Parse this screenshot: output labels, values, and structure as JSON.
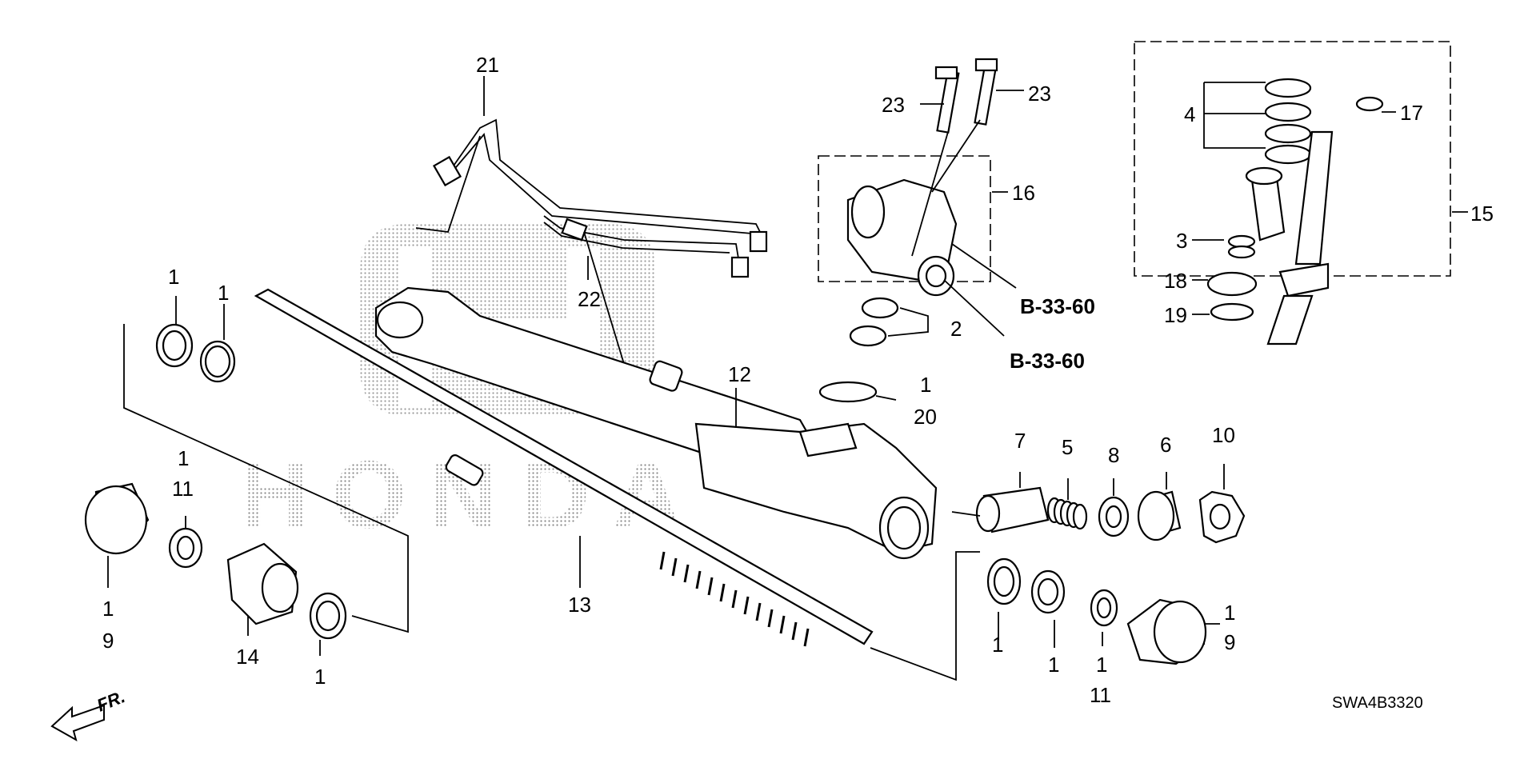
{
  "watermark": "HONDA",
  "diagram_code": "SWA4B3320",
  "direction_label": "FR.",
  "ref_labels": [
    "B-33-60",
    "B-33-60"
  ],
  "callouts": {
    "c21": "21",
    "c22": "22",
    "c23a": "23",
    "c23b": "23",
    "c16": "16",
    "c15": "15",
    "c4": "4",
    "c17": "17",
    "c3": "3",
    "c18": "18",
    "c19": "19",
    "c2": "2",
    "c1_top_a": "1",
    "c1_top_b": "1",
    "c12": "12",
    "c20_1": "1",
    "c20": "20",
    "c7": "7",
    "c5": "5",
    "c8": "8",
    "c6": "6",
    "c10": "10",
    "c11_left_1": "1",
    "c11_left": "11",
    "c9_left_1": "1",
    "c9_left": "9",
    "c14": "14",
    "c1_left_bottom": "1",
    "c13": "13",
    "c1_right_a": "1",
    "c1_right_b": "1",
    "c11_right_1": "1",
    "c11_right": "11",
    "c9_right_1": "1",
    "c9_right": "9"
  }
}
